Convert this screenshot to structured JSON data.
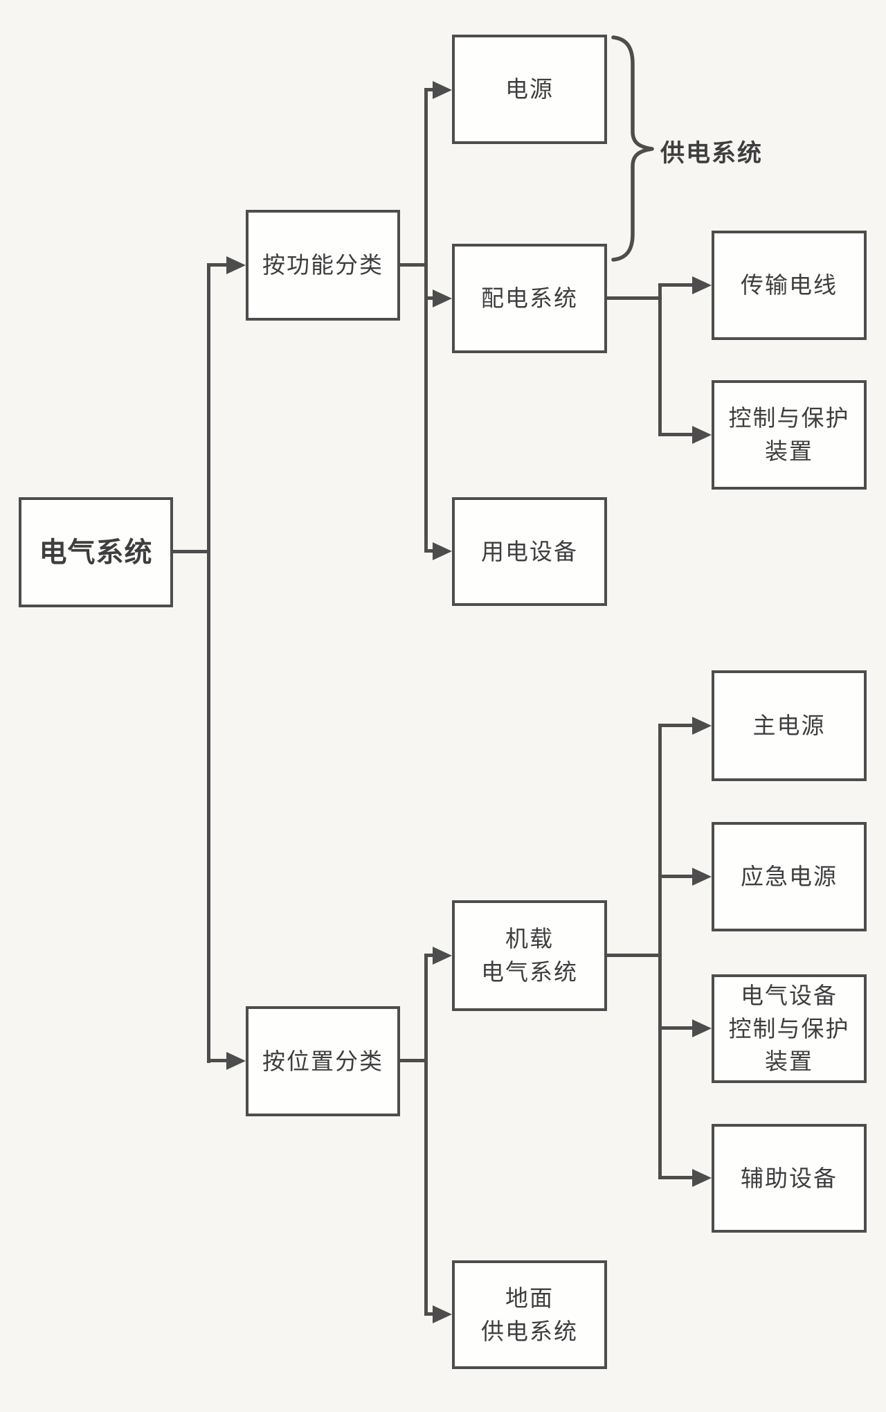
{
  "colors": {
    "background": "#f7f6f3",
    "box_fill": "#fefefd",
    "line": "#4d4d4d",
    "text": "#3e3e3e"
  },
  "nodes": {
    "root": {
      "label": "电气系统"
    },
    "by_function": {
      "label": "按功能分类"
    },
    "by_location": {
      "label": "按位置分类"
    },
    "power_source": {
      "label": "电源"
    },
    "distribution_system": {
      "label": "配电系统"
    },
    "consuming_equipment": {
      "label": "用电设备"
    },
    "airborne_system": {
      "label": "机载\n电气系统"
    },
    "ground_supply_system": {
      "label": "地面\n供电系统"
    },
    "transmission_wires": {
      "label": "传输电线"
    },
    "control_protection": {
      "label": "控制与保护\n装置"
    },
    "main_power": {
      "label": "主电源"
    },
    "emergency_power": {
      "label": "应急电源"
    },
    "equipment_control_protection": {
      "label": "电气设备\n控制与保护\n装置"
    },
    "auxiliary_equipment": {
      "label": "辅助设备"
    }
  },
  "annotations": {
    "brace_label": "供电系统"
  }
}
